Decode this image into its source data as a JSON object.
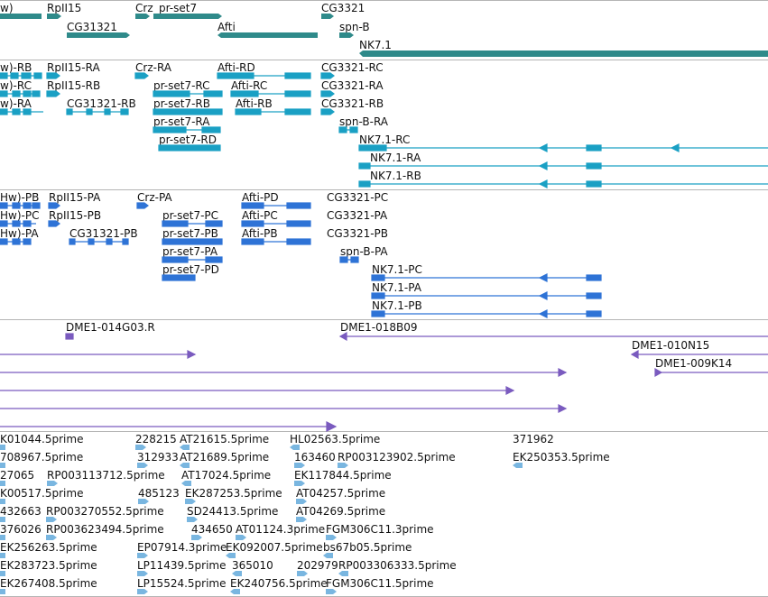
{
  "colors": {
    "track1": "#2f8a8a",
    "track2": "#1aa0c4",
    "track3": "#2e73d6",
    "track4": "#7a5bbf",
    "track5": "#79b6e0",
    "separator": "#b5b5b5"
  },
  "tracks": {
    "genes": {
      "labels": [
        "w)",
        "RpII15",
        "Crz",
        "pr-set7",
        "CG3321",
        "CG31321",
        "Afti",
        "spn-B",
        "NK7.1"
      ]
    },
    "transcripts_a": {
      "labels": [
        "w)-RB",
        "RpII15-RA",
        "Crz-RA",
        "Afti-RD",
        "CG3321-RC",
        "w)-RC",
        "RpII15-RB",
        "pr-set7-RC",
        "Afti-RC",
        "CG3321-RA",
        "w)-RA",
        "CG31321-RB",
        "pr-set7-RB",
        "Afti-RB",
        "CG3321-RB",
        "pr-set7-RA",
        "spn-B-RA",
        "pr-set7-RD",
        "NK7.1-RC",
        "NK7.1-RA",
        "NK7.1-RB"
      ]
    },
    "transcripts_b": {
      "labels": [
        "Hw)-PB",
        "RpII15-PA",
        "Crz-PA",
        "Afti-PD",
        "CG3321-PC",
        "Hw)-PC",
        "RpII15-PB",
        "pr-set7-PC",
        "Afti-PC",
        "CG3321-PA",
        "Hw)-PA",
        "CG31321-PB",
        "pr-set7-PB",
        "Afti-PB",
        "CG3321-PB",
        "pr-set7-PA",
        "spn-B-PA",
        "pr-set7-PD",
        "NK7.1-PC",
        "NK7.1-PA",
        "NK7.1-PB"
      ]
    },
    "clones": {
      "labels": [
        "DME1-014G03.R",
        "DME1-018B09",
        "DME1-010N15",
        "DME1-009K14"
      ]
    },
    "ests": {
      "labels": [
        "K01044.5prime",
        "228215",
        "AT21615.5prime",
        "HL02563.5prime",
        "371962",
        "708967.5prime",
        "312933",
        "AT21689.5prime",
        "163460",
        "RP003123902.5prime",
        "EK250353.5prime",
        "27065",
        "RP003113712.5prime",
        "AT17024.5prime",
        "EK117844.5prime",
        "K00517.5prime",
        "485123",
        "EK287253.5prime",
        "AT04257.5prime",
        "432663",
        "RP003270552.5prime",
        "SD24413.5prime",
        "AT04269.5prime",
        "376026",
        "RP003623494.5prime",
        "434650",
        "AT01124.3prime",
        "FGM306C11.3prime",
        "EK256263.5prime",
        "EP07914.3prime",
        "EK092007.5prime",
        "bs67b05.5prime",
        "EK283723.5prime",
        "LP11439.5prime",
        "365010",
        "202979",
        "RP003306333.5prime",
        "EK267408.5prime",
        "LP15524.5prime",
        "EK240756.5prime",
        "FGM306C11.5prime"
      ]
    }
  }
}
